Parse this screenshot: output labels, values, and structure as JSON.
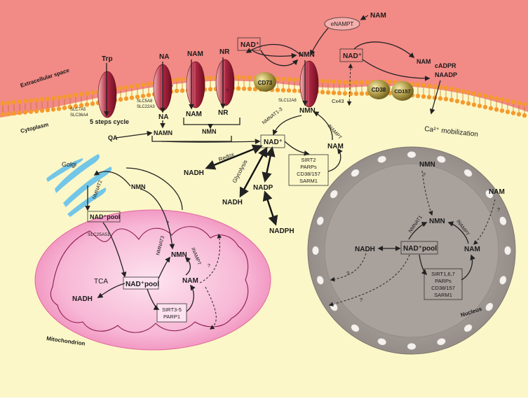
{
  "regions": {
    "extracellular": "Extracellular space",
    "cytoplasm": "Cytoplasm",
    "golgi": "Golgi",
    "mitochondrion": "Mitochondrion",
    "nucleus": "Nucleus",
    "ca": "Ca²⁺ mobilization"
  },
  "mol": {
    "nam_top": "NAM",
    "enampt": "eNAMPT",
    "nad_ext": "NAD⁺",
    "nad_ext2": "NAD⁺",
    "nmn_ext": "NMN",
    "nam_ext2": "NAM",
    "cadpr": "cADPR",
    "naadp": "NAADP",
    "trp": "Trp",
    "na": "NA",
    "nam": "NAM",
    "nr": "NR",
    "na_in": "NA",
    "nam_in": "NAM",
    "nr_in": "NR",
    "nmn_in2": "NMN",
    "namn": "NAMN",
    "qa": "QA",
    "steps": "5 steps cycle",
    "nmn_cyto": "NMN",
    "nad_cyto": "NAD⁺",
    "nam_cyto": "NAM",
    "nadh1": "NADH",
    "nadh2": "NADH",
    "nadp": "NADP",
    "nadph": "NADPH",
    "redox": "Redox",
    "glycolysis": "Glycolysis",
    "nmn_golgi": "NMN",
    "nad_pool_golgi": "NAD⁺pool",
    "nmn_mito": "NMN",
    "nad_pool_mito": "NAD⁺pool",
    "nam_mito": "NAM",
    "tca": "TCA",
    "nadh_mito": "NADH",
    "nmn_nuc_top": "NMN",
    "nam_nuc_top": "NAM",
    "nmn_nuc": "NMN",
    "nad_pool_nuc": "NAD⁺pool",
    "nam_nuc": "NAM",
    "nadh_nuc": "NADH"
  },
  "enzymes": {
    "cd73": "CD73",
    "cd38": "CD38",
    "cd157": "CD157",
    "cx43": "Cx43",
    "slc7a5": "SLC7A5",
    "slc36a4": "SLC36A4",
    "slc5a8": "SLC5A8",
    "slc22a3": "SLC22A3",
    "slc12a8": "SLC12A8",
    "nmnat13": "NMNAT1-3",
    "inampt": "iNAMPT",
    "nmnat2": "NMNAT2",
    "slc25a51": "SLC25A51",
    "nmnat3": "NMNAT3",
    "inampt_mito": "iNAMPT",
    "nmnat1": "NMNAT1",
    "inampt_nuc": "iNAMPT"
  },
  "boxes": {
    "cyto": [
      "SIRT2",
      "PARPs",
      "CD38/157",
      "SARM1"
    ],
    "mito": [
      "SIRT3-5",
      "PARP1"
    ],
    "nuc": [
      "SIRT1,6,7",
      "PARPs",
      "CD38/157",
      "SARM1"
    ]
  },
  "q": "?",
  "colors": {
    "extracellular": "#f28a86",
    "cytoplasm": "#fbf7c8",
    "transporter": "#a1203a",
    "enzyme": "#8a7a3a",
    "mito": "#f59bc7",
    "nucleus": "#a39b96",
    "golgi": "#72c6e8",
    "lipid": "#f59a2c"
  }
}
